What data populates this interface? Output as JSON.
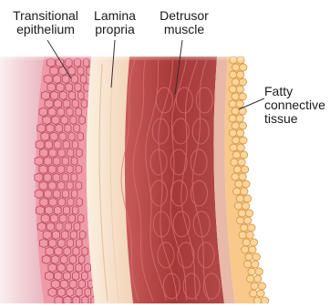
{
  "labels": {
    "transitional_epithelium": [
      "Transitional",
      "epithelium"
    ],
    "lamina_propria": [
      "Lamina",
      "propria"
    ],
    "detrusor_muscle": [
      "Detrusor",
      "muscle"
    ],
    "fatty_connective_tissue": [
      "Fatty",
      "connective",
      "tissue"
    ]
  },
  "colors": {
    "lumen": "#f6dfe3",
    "epithelium": "#ef9aa8",
    "epithelium_cell_line": "#c2566a",
    "lamina_propria": "#f7e3cc",
    "detrusor_muscle": "#a93c3c",
    "detrusor_highlight": "#d56a6a",
    "fat": "#f8c98a",
    "fat_cell_line": "#d99a45",
    "leader_line": "#333333"
  }
}
